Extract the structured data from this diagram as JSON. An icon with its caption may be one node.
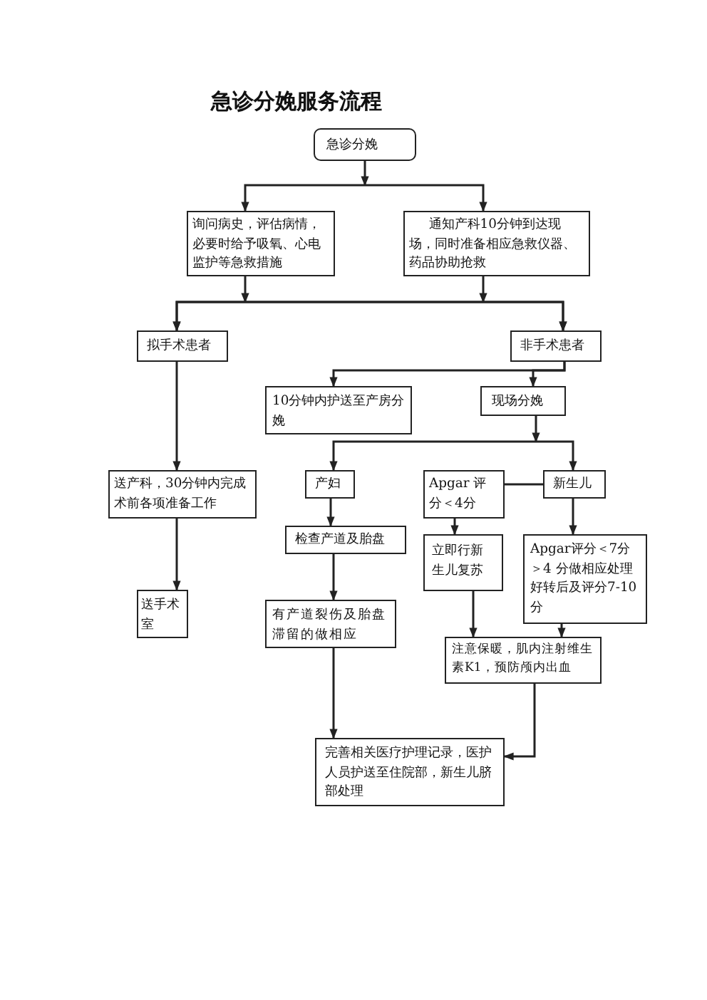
{
  "diagram": {
    "title": "急诊分娩服务流程",
    "nodes": [
      {
        "text": [
          "急诊分娩"
        ]
      },
      {
        "text": [
          "询问病史，评估病情，必要时给予吸氧、心电监护等急救措施"
        ]
      },
      {
        "text": [
          "通知产科10分钟到达现场，同时准备相应急救仪器、药品协助抢救"
        ]
      },
      {
        "text": [
          "拟手术患者"
        ]
      },
      {
        "text": [
          "非手术患者"
        ]
      },
      {
        "text": [
          "10分钟内护送至产房分娩"
        ]
      },
      {
        "text": [
          "现场分娩"
        ]
      },
      {
        "text": [
          "送产科，30分钟内完成术前各项准备工作"
        ]
      },
      {
        "text": [
          "产妇"
        ]
      },
      {
        "text": [
          "Apgar 评分＜4分"
        ]
      },
      {
        "text": [
          "新生儿"
        ]
      },
      {
        "text": [
          "检查产道及胎盘"
        ]
      },
      {
        "text": [
          "立即行新生儿复苏"
        ]
      },
      {
        "text": [
          "Apgar评分＜7分＞4 分做相应处理好转后及评分7-10分"
        ]
      },
      {
        "text": [
          "送手术室"
        ]
      },
      {
        "text": [
          "有产道裂伤及胎盘滞留的做相应"
        ]
      },
      {
        "text": [
          "注意保暖，肌内注射维生素K1，预防颅内出血"
        ]
      },
      {
        "text": [
          "完善相关医疗护理记录，医护人员护送至住院部，新生儿脐部处理"
        ]
      }
    ],
    "edges": [
      {
        "from": 0,
        "to": 1,
        "arrow": "to"
      },
      {
        "from": 0,
        "to": 2,
        "arrow": "to"
      },
      {
        "from": 1,
        "to": 3,
        "arrow": "to"
      },
      {
        "from": 1,
        "to": 4,
        "arrow": "to"
      },
      {
        "from": 2,
        "to": 3,
        "arrow": "to"
      },
      {
        "from": 2,
        "to": 4,
        "arrow": "to"
      },
      {
        "from": 3,
        "to": 7,
        "arrow": "to"
      },
      {
        "from": 4,
        "to": 5,
        "arrow": "to"
      },
      {
        "from": 4,
        "to": 6,
        "arrow": "to"
      },
      {
        "from": 6,
        "to": 8,
        "arrow": "to"
      },
      {
        "from": 6,
        "to": 10,
        "arrow": "to"
      },
      {
        "from": 7,
        "to": 14,
        "arrow": "to"
      },
      {
        "from": 8,
        "to": 11,
        "arrow": "to"
      },
      {
        "from": 10,
        "to": 9,
        "arrow": "none"
      },
      {
        "from": 9,
        "to": 12,
        "arrow": "to"
      },
      {
        "from": 10,
        "to": 13,
        "arrow": "to"
      },
      {
        "from": 11,
        "to": 15,
        "arrow": "to"
      },
      {
        "from": 12,
        "to": 16,
        "arrow": "to"
      },
      {
        "from": 13,
        "to": 16,
        "arrow": "to"
      },
      {
        "from": 15,
        "to": 17,
        "arrow": "to"
      },
      {
        "from": 16,
        "to": 17,
        "arrow": "to"
      }
    ]
  }
}
